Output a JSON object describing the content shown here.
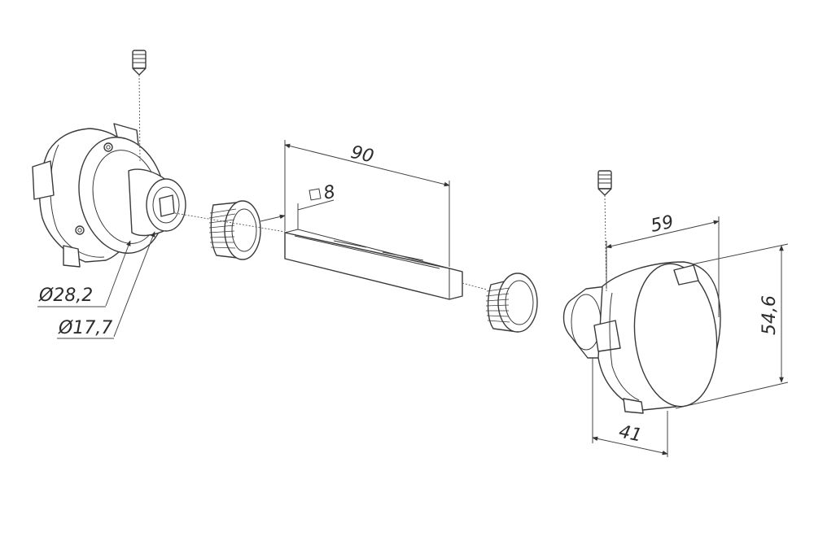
{
  "dimensions": {
    "spindle_length": "90",
    "spindle_square": "8",
    "knob_depth": "59",
    "knob_height": "54,6",
    "knob_base_depth": "41",
    "rose_diameter": "Ø28,2",
    "neck_diameter": "Ø17,7"
  },
  "icons": {
    "square_symbol": "square-symbol-icon"
  }
}
